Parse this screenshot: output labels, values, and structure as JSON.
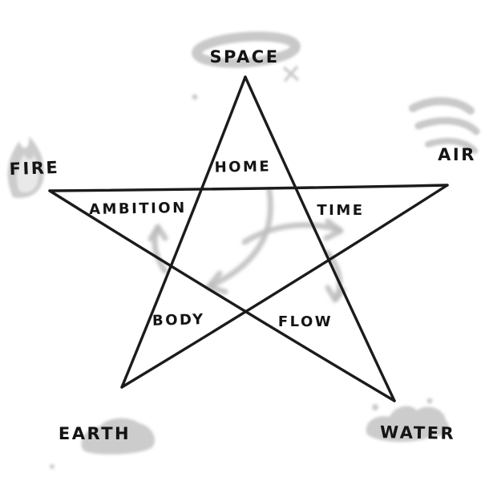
{
  "diagram": {
    "type": "pentagram-elements-diagram",
    "outer_labels": {
      "space": "SPACE",
      "air": "AIR",
      "water": "WATER",
      "earth": "EARTH",
      "fire": "FIRE"
    },
    "inner_labels": {
      "home": "HOME",
      "time": "TIME",
      "flow": "FLOW",
      "body": "BODY",
      "ambition": "AMBITION"
    },
    "icons": {
      "space": "halo-icon",
      "air": "wind-icon",
      "water": "splash-icon",
      "earth": "rock-icon",
      "fire": "flame-icon",
      "center": "cycle-arrows-icon",
      "sparkle": "sparkle-icon"
    },
    "colors": {
      "ink": "#1b1b1b",
      "smudge": "#c3c3c3",
      "background": "#ffffff"
    }
  }
}
